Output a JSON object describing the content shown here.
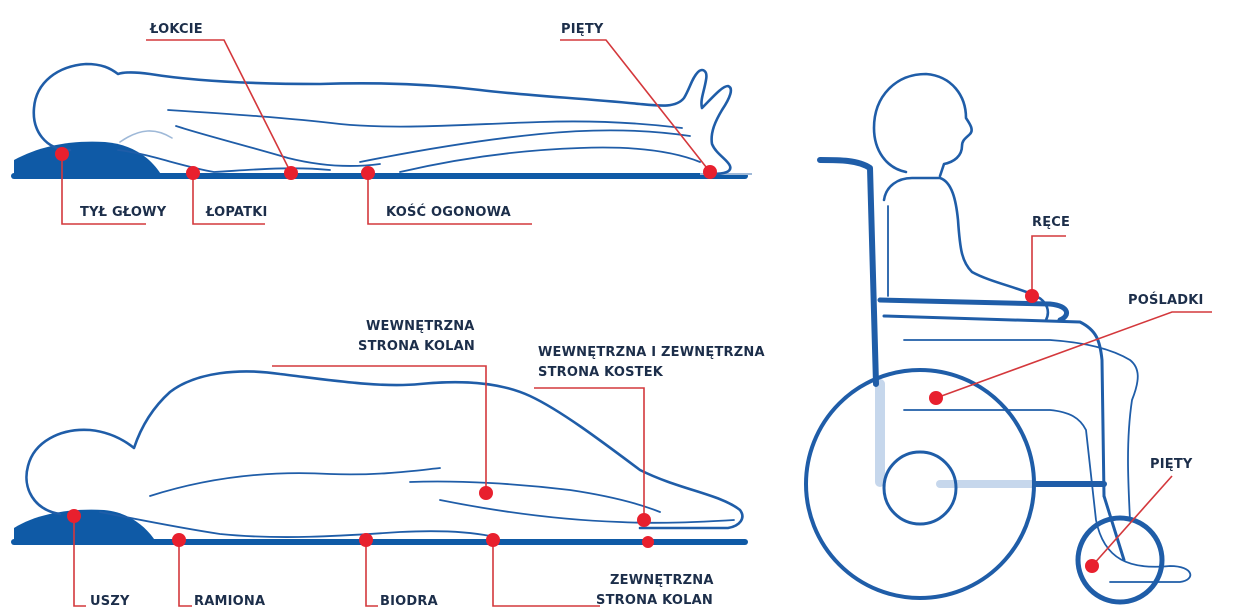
{
  "colors": {
    "outline": "#1f5da8",
    "mattress": "#0f5aa6",
    "pressure_point": "#e8202e",
    "leader_line": "#d4383c",
    "label_text": "#1c2e4a"
  },
  "supine": {
    "labels": {
      "elbows": "ŁOKCIE",
      "heels": "PIĘTY",
      "back_of_head": "TYŁ GŁOWY",
      "shoulder_blades": "ŁOPATKI",
      "tailbone": "KOŚĆ OGONOWA"
    }
  },
  "side_lying": {
    "labels": {
      "inner_knees_line1": "WEWNĘTRZNA",
      "inner_knees_line2": "STRONA KOLAN",
      "ankles_line1": "WEWNĘTRZNA I ZEWNĘTRZNA",
      "ankles_line2": "STRONA KOSTEK",
      "ears": "USZY",
      "shoulders": "RAMIONA",
      "hips": "BIODRA",
      "outer_knees_line1": "ZEWNĘTRZNA",
      "outer_knees_line2": "STRONA KOLAN"
    }
  },
  "wheelchair": {
    "labels": {
      "hands": "RĘCE",
      "buttocks": "POŚLADKI",
      "heels": "PIĘTY"
    }
  }
}
